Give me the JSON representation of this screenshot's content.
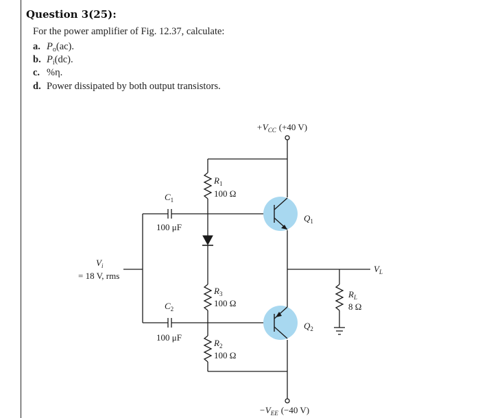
{
  "question": {
    "title": "Question 3(25):",
    "stem": "For the power amplifier of Fig. 12.37, calculate:",
    "items": [
      {
        "label": "a.",
        "sym": "P",
        "sub": "o",
        "rest": "(ac)."
      },
      {
        "label": "b.",
        "sym": "P",
        "sub": "i",
        "rest": "(dc)."
      },
      {
        "label": "c.",
        "text": "%η."
      },
      {
        "label": "d.",
        "text": "Power dissipated by both output transistors."
      }
    ]
  },
  "circuit": {
    "vcc": {
      "main": "+V",
      "sub": "CC",
      "value": "(+40 V)"
    },
    "vee": {
      "main": "−V",
      "sub": "EE",
      "value": "(−40 V)"
    },
    "r1": {
      "name": "R",
      "sub": "1",
      "value": "100 Ω"
    },
    "r2": {
      "name": "R",
      "sub": "2",
      "value": "100 Ω"
    },
    "r3": {
      "name": "R",
      "sub": "3",
      "value": "100 Ω"
    },
    "rl": {
      "name": "R",
      "sub": "L",
      "value": "8 Ω"
    },
    "c1": {
      "name": "C",
      "sub": "1",
      "value": "100 μF"
    },
    "c2": {
      "name": "C",
      "sub": "2",
      "value": "100 μF"
    },
    "q1": {
      "name": "Q",
      "sub": "1"
    },
    "q2": {
      "name": "Q",
      "sub": "2"
    },
    "vi": {
      "name": "V",
      "sub": "i",
      "value": "= 18 V, rms"
    },
    "vl": {
      "name": "V",
      "sub": "L"
    },
    "transistor_fill": "#a8d8f0"
  }
}
